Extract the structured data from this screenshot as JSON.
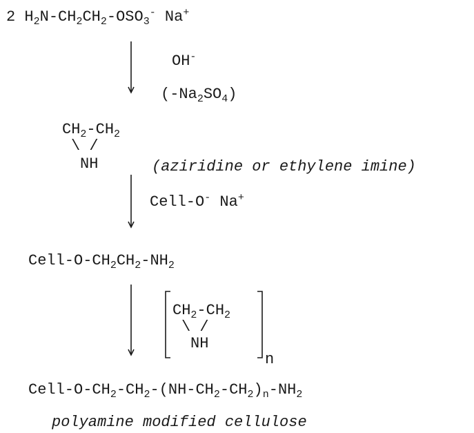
{
  "step1": {
    "coef": "2",
    "f1": "H",
    "f2": "2",
    "f3": "N-CH",
    "f4": "2",
    "f5": "CH",
    "f6": "2",
    "f7": "-OSO",
    "f8": "3",
    "f9": "-",
    "f10": " Na",
    "f11": "+"
  },
  "reagent1": {
    "base": "OH",
    "sup": "-"
  },
  "byproduct1": {
    "open": "(-Na",
    "s1": "2",
    "mid": "SO",
    "s2": "4",
    "close": ")"
  },
  "aziridine": {
    "top_a": "CH",
    "top_sub_a": "2",
    "top_dash": "-CH",
    "top_sub_b": "2",
    "bonds": "\\ /",
    "nh": "NH",
    "name": "(aziridine or ethylene imine)"
  },
  "reagent2": {
    "base": "Cell-O",
    "sup1": "-",
    "na": " Na",
    "sup2": "+"
  },
  "intermediate": {
    "a": "Cell-O-CH",
    "s1": "2",
    "b": "CH",
    "s2": "2",
    "c": "-NH",
    "s3": "2"
  },
  "bracket": {
    "top_a": "CH",
    "top_sub_a": "2",
    "top_dash": "-CH",
    "top_sub_b": "2",
    "bonds": "\\ /",
    "nh": "NH",
    "n": "n"
  },
  "product": {
    "a": "Cell-O-CH",
    "s1": "2",
    "b": "-CH",
    "s2": "2",
    "c": "-(NH-CH",
    "s3": "2",
    "d": "-CH",
    "s4": "2",
    "e": ")",
    "s5": "n",
    "f": "-NH",
    "s6": "2"
  },
  "product_name": "polyamine modified cellulose"
}
